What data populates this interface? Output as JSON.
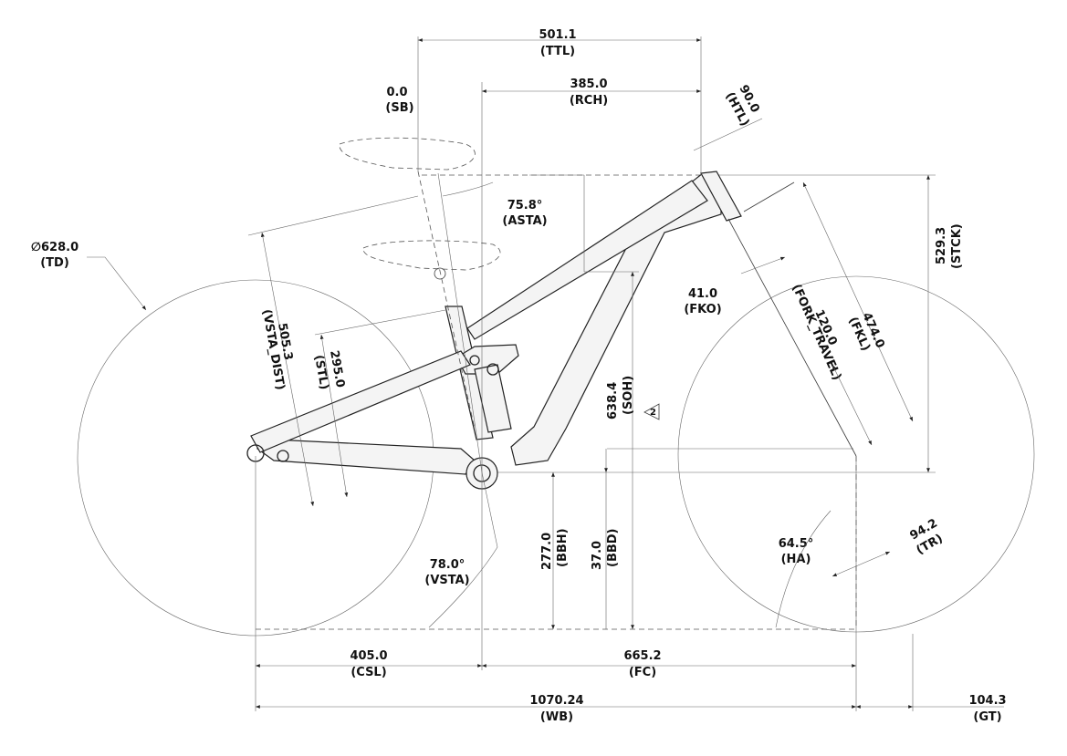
{
  "labels": {
    "ttl": {
      "value": "501.1",
      "code": "(TTL)"
    },
    "rch": {
      "value": "385.0",
      "code": "(RCH)"
    },
    "sb": {
      "value": "0.0",
      "code": "(SB)"
    },
    "htl": {
      "value": "90.0",
      "code": "(HTL)"
    },
    "asta": {
      "value": "75.8°",
      "code": "(ASTA)"
    },
    "td": {
      "value": "∅628.0",
      "code": "(TD)"
    },
    "stck": {
      "value": "529.3",
      "code": "(STCK)"
    },
    "fko": {
      "value": "41.0",
      "code": "(FKO)"
    },
    "fkl": {
      "value": "474.0",
      "code": "(FKL)"
    },
    "fork_travel": {
      "value": "120.0",
      "code": "(FORK_TRAVEL)"
    },
    "vsta_dist": {
      "value": "505.3",
      "code": "(VSTA_DIST)"
    },
    "stl": {
      "value": "295.0",
      "code": "(STL)"
    },
    "soh": {
      "value": "638.4",
      "code": "(SOH)"
    },
    "note": {
      "value": "2"
    },
    "bbh": {
      "value": "277.0",
      "code": "(BBH)"
    },
    "bbd": {
      "value": "37.0",
      "code": "(BBD)"
    },
    "vsta": {
      "value": "78.0°",
      "code": "(VSTA)"
    },
    "ha": {
      "value": "64.5°",
      "code": "(HA)"
    },
    "tr": {
      "value": "94.2",
      "code": "(TR)"
    },
    "csl": {
      "value": "405.0",
      "code": "(CSL)"
    },
    "fc": {
      "value": "665.2",
      "code": "(FC)"
    },
    "wb": {
      "value": "1070.24",
      "code": "(WB)"
    },
    "gt": {
      "value": "104.3",
      "code": "(GT)"
    }
  }
}
